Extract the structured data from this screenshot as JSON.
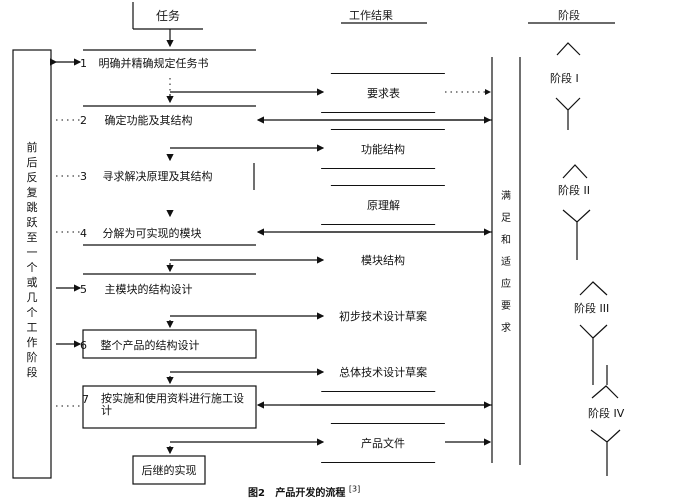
{
  "headers": {
    "tasks": "任务",
    "results": "工作结果",
    "stages": "阶段"
  },
  "left_box": {
    "label": "前后反复跳跃至一个或几个工作阶段"
  },
  "steps": [
    {
      "number": "1",
      "label": "明确并精确规定任务书"
    },
    {
      "number": "2",
      "label": "确定功能及其结构"
    },
    {
      "number": "3",
      "label": "寻求解决原理及其结构"
    },
    {
      "number": "4",
      "label": "分解为可实现的模块"
    },
    {
      "number": "5",
      "label": "主模块的结构设计"
    },
    {
      "number": "6",
      "label": "整个产品的结构设计"
    },
    {
      "number": "7",
      "label": "按实施和使用资料进行施工设计"
    }
  ],
  "results": [
    {
      "label": "要求表"
    },
    {
      "label": "功能结构"
    },
    {
      "label": "原理解"
    },
    {
      "label": "模块结构"
    },
    {
      "label": "初步技术设计草案"
    },
    {
      "label": "总体技术设计草案"
    },
    {
      "label": "产品文件"
    }
  ],
  "requirements_bar": {
    "label": "满足和适应要求"
  },
  "stages": [
    {
      "label": "阶段 I"
    },
    {
      "label": "阶段 II"
    },
    {
      "label": "阶段 III"
    },
    {
      "label": "阶段 IV"
    }
  ],
  "final": {
    "label": "后继的实现"
  },
  "caption": {
    "label": "图2   产品开发的流程",
    "ref": "[3]"
  }
}
